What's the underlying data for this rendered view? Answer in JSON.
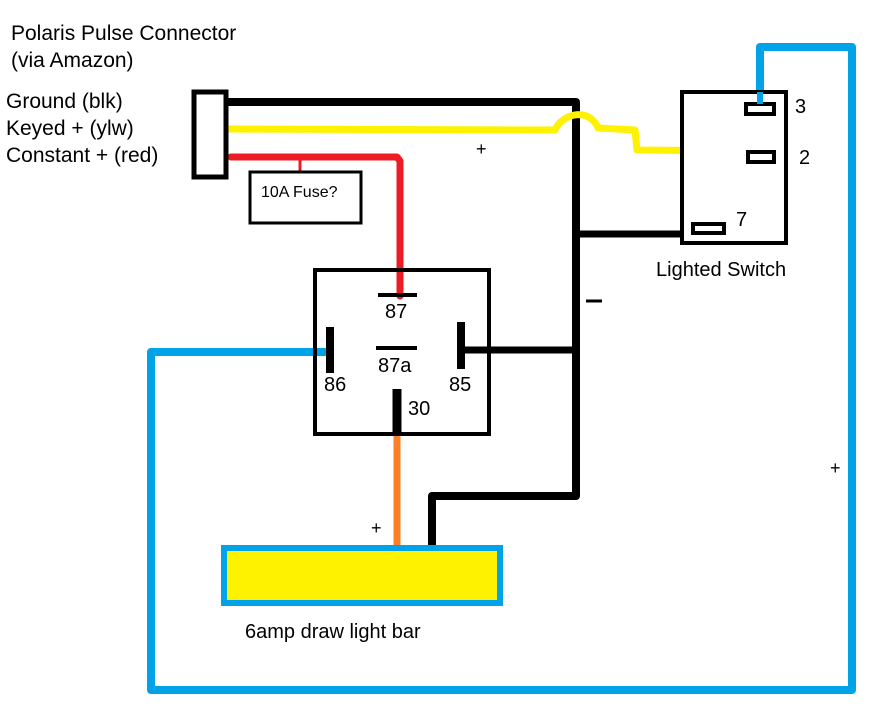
{
  "title": {
    "line1": "Polaris Pulse Connector",
    "line2": "(via Amazon)"
  },
  "connector": {
    "pins": [
      {
        "label": "Ground (blk)",
        "color": "#000000"
      },
      {
        "label": "Keyed + (ylw)",
        "color": "#fff200"
      },
      {
        "label": "Constant + (red)",
        "color": "#ed1c24"
      }
    ]
  },
  "fuse": {
    "label": "10A Fuse?"
  },
  "relay": {
    "pins": {
      "p87": "87",
      "p87a": "87a",
      "p86": "86",
      "p85": "85",
      "p30": "30"
    }
  },
  "switch": {
    "label": "Lighted Switch",
    "pins": {
      "p3": "3",
      "p2": "2",
      "p7": "7"
    }
  },
  "light_bar": {
    "label": "6amp draw light bar",
    "fill": "#fff200",
    "border": "#00a2e8"
  },
  "polarity": {
    "keyed_plus": "+",
    "ground_minus": "−",
    "light_bar_plus": "+",
    "switch_out_plus": "+"
  },
  "wire_colors": {
    "ground": "#000000",
    "keyed": "#fff200",
    "constant": "#ed1c24",
    "switched": "#00a2e8",
    "output": "#ff7f27"
  }
}
